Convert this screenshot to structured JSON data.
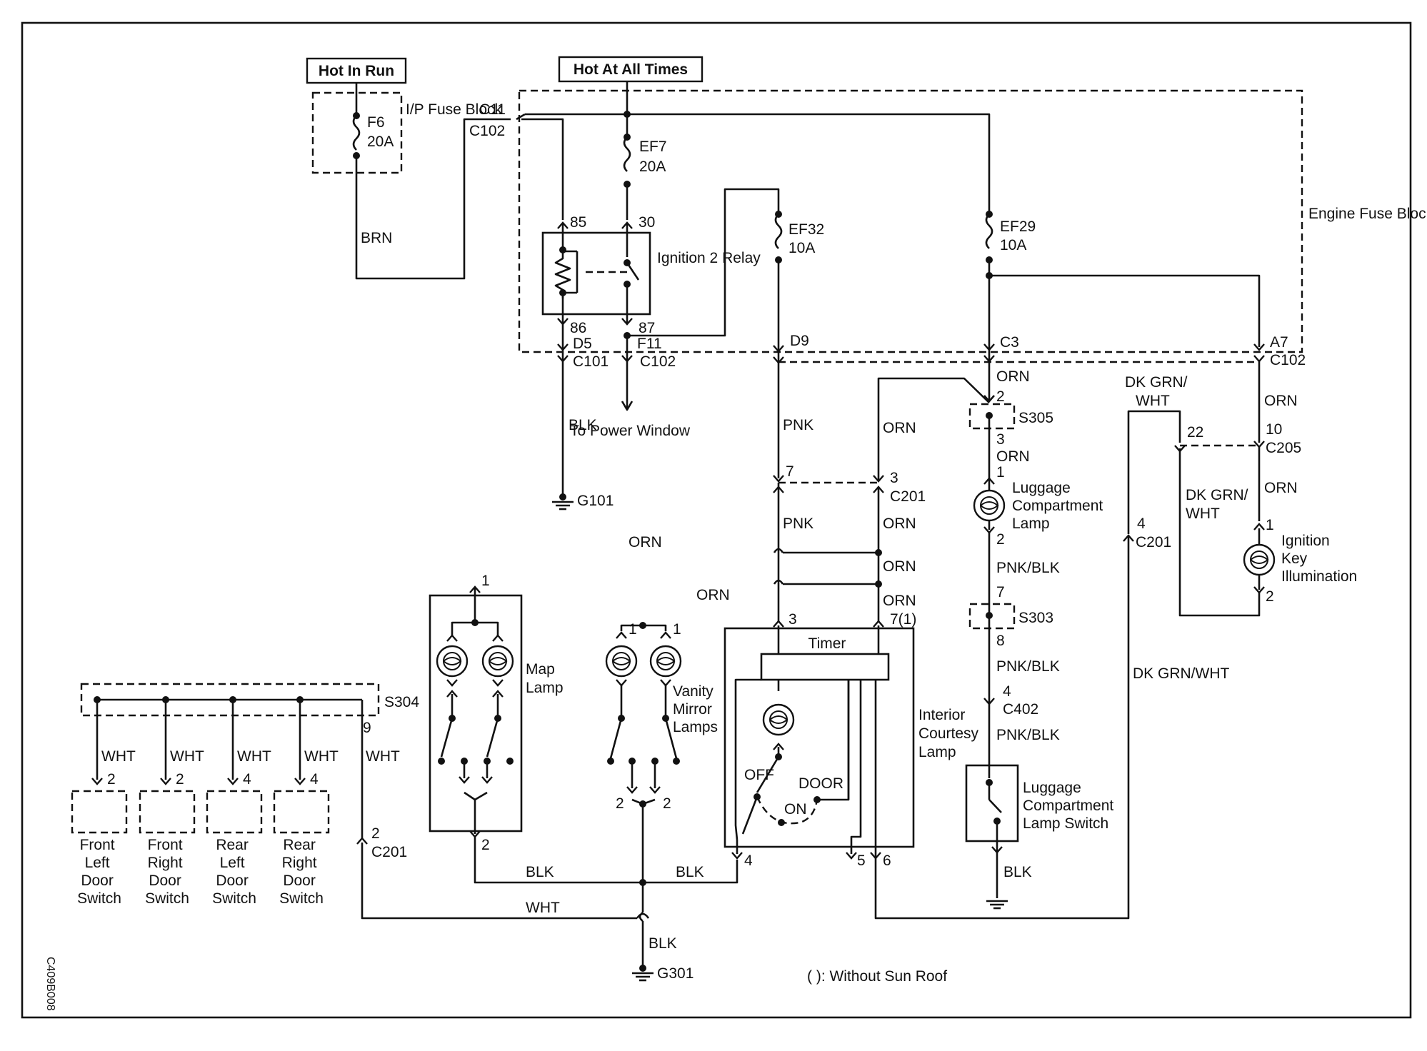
{
  "diagram_id": "C409B008",
  "note": "( ): Without Sun Roof",
  "power": {
    "hot_in_run": "Hot In Run",
    "hot_at_all_times": "Hot At All Times"
  },
  "ip_fuse_block": {
    "name": "I/P Fuse Block",
    "fuse": "F6",
    "rating": "20A"
  },
  "engine_fuse_block": {
    "name": "Engine Fuse Block",
    "ef7": {
      "name": "EF7",
      "rating": "20A"
    },
    "ef32": {
      "name": "EF32",
      "rating": "10A"
    },
    "ef29": {
      "name": "EF29",
      "rating": "10A"
    }
  },
  "relay": {
    "name": "Ignition 2 Relay",
    "pins": {
      "p85": "85",
      "p30": "30",
      "p86": "86",
      "p87": "87"
    }
  },
  "connectors": {
    "c11": "C11",
    "c102": "C102",
    "c101": "C101",
    "c201": "C201",
    "c205": "C205",
    "c402": "C402",
    "d5": "D5",
    "f11": "F11",
    "d9": "D9",
    "c3": "C3",
    "a7": "A7"
  },
  "splices": {
    "s305": "S305",
    "s303": "S303",
    "s304": "S304"
  },
  "grounds": {
    "g101": "G101",
    "g301": "G301"
  },
  "to_power_window": "To Power Window",
  "wires": {
    "brn": "BRN",
    "blk": "BLK",
    "pnk": "PNK",
    "orn": "ORN",
    "wht": "WHT",
    "pnk_blk": "PNK/BLK",
    "dkgrn_wht": "DK GRN/WHT",
    "dkgrn_split": "DK GRN/ WHT"
  },
  "pins": {
    "p1": "1",
    "p2": "2",
    "p3": "3",
    "p4": "4",
    "p5": "5",
    "p6": "6",
    "p7": "7",
    "p71": "7(1)",
    "p8": "8",
    "p9": "9",
    "p10": "10",
    "p22": "22"
  },
  "components": {
    "luggage_lamp": "Luggage Compartment Lamp",
    "luggage_switch": "Luggage Compartment Lamp Switch",
    "ignition_key": "Ignition Key Illumination",
    "map_lamp": "Map Lamp",
    "vanity_lamps": "Vanity Mirror Lamps",
    "courtesy_lamp": "Interior Courtesy Lamp",
    "timer": "Timer",
    "switch_off": "OFF",
    "switch_on": "ON",
    "switch_door": "DOOR"
  },
  "door_switches": [
    {
      "name": "Front Left Door Switch",
      "pin": "2"
    },
    {
      "name": "Front Right Door Switch",
      "pin": "2"
    },
    {
      "name": "Rear Left Door Switch",
      "pin": "4"
    },
    {
      "name": "Rear Right Door Switch",
      "pin": "4"
    }
  ]
}
